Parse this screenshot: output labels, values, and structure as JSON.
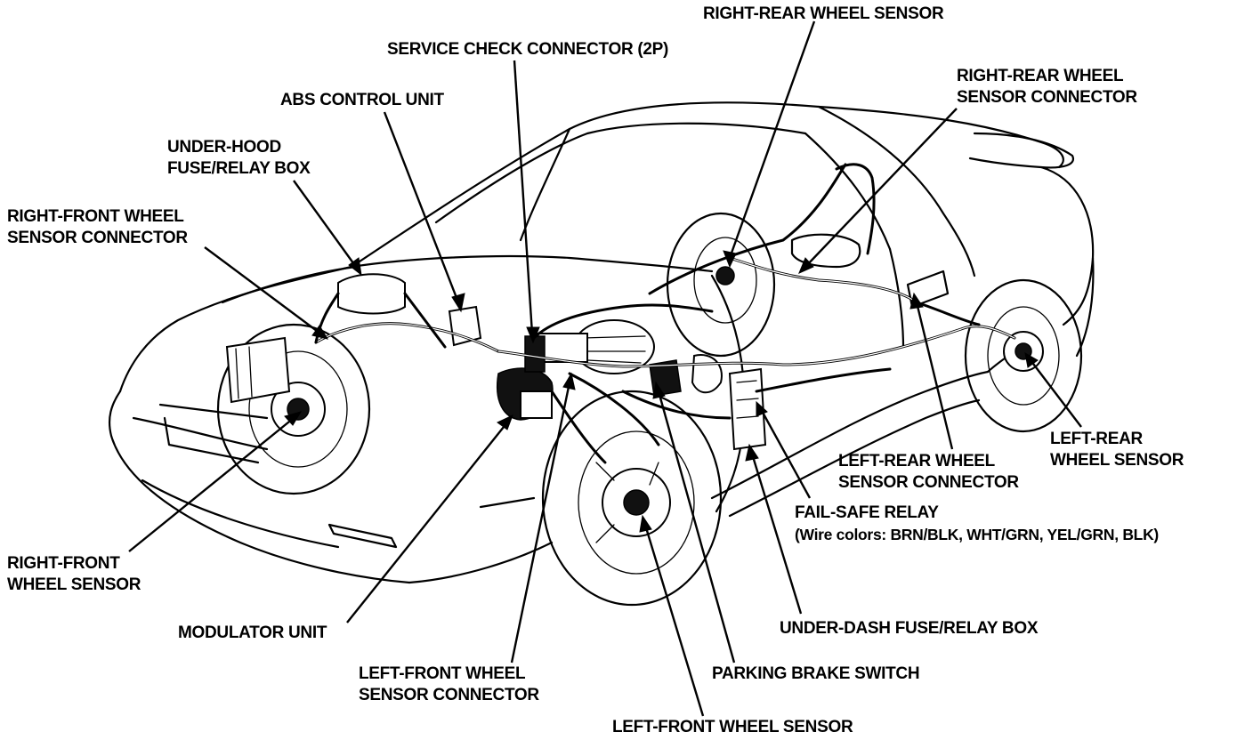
{
  "labels": {
    "right_rear_wheel_sensor": "RIGHT-REAR WHEEL SENSOR",
    "service_check_connector": "SERVICE CHECK CONNECTOR (2P)",
    "right_rear_wheel_sensor_connector": [
      "RIGHT-REAR WHEEL",
      "SENSOR CONNECTOR"
    ],
    "abs_control_unit": "ABS CONTROL UNIT",
    "under_hood_fuse_relay_box": [
      "UNDER-HOOD",
      "FUSE/RELAY BOX"
    ],
    "right_front_wheel_sensor_connector": [
      "RIGHT-FRONT WHEEL",
      "SENSOR CONNECTOR"
    ],
    "left_rear_wheel_sensor": [
      "LEFT-REAR",
      "WHEEL SENSOR"
    ],
    "left_rear_wheel_sensor_connector": [
      "LEFT-REAR WHEEL",
      "SENSOR CONNECTOR"
    ],
    "fail_safe_relay": [
      "FAIL-SAFE RELAY",
      "(Wire colors: BRN/BLK, WHT/GRN, YEL/GRN, BLK)"
    ],
    "right_front_wheel_sensor": [
      "RIGHT-FRONT",
      "WHEEL SENSOR"
    ],
    "modulator_unit": "MODULATOR UNIT",
    "under_dash_fuse_relay_box": "UNDER-DASH FUSE/RELAY BOX",
    "left_front_wheel_sensor_connector": [
      "LEFT-FRONT WHEEL",
      "SENSOR CONNECTOR"
    ],
    "parking_brake_switch": "PARKING BRAKE SWITCH",
    "left_front_wheel_sensor": "LEFT-FRONT WHEEL SENSOR"
  },
  "colors": {
    "ink": "#000000",
    "paper": "#ffffff"
  }
}
